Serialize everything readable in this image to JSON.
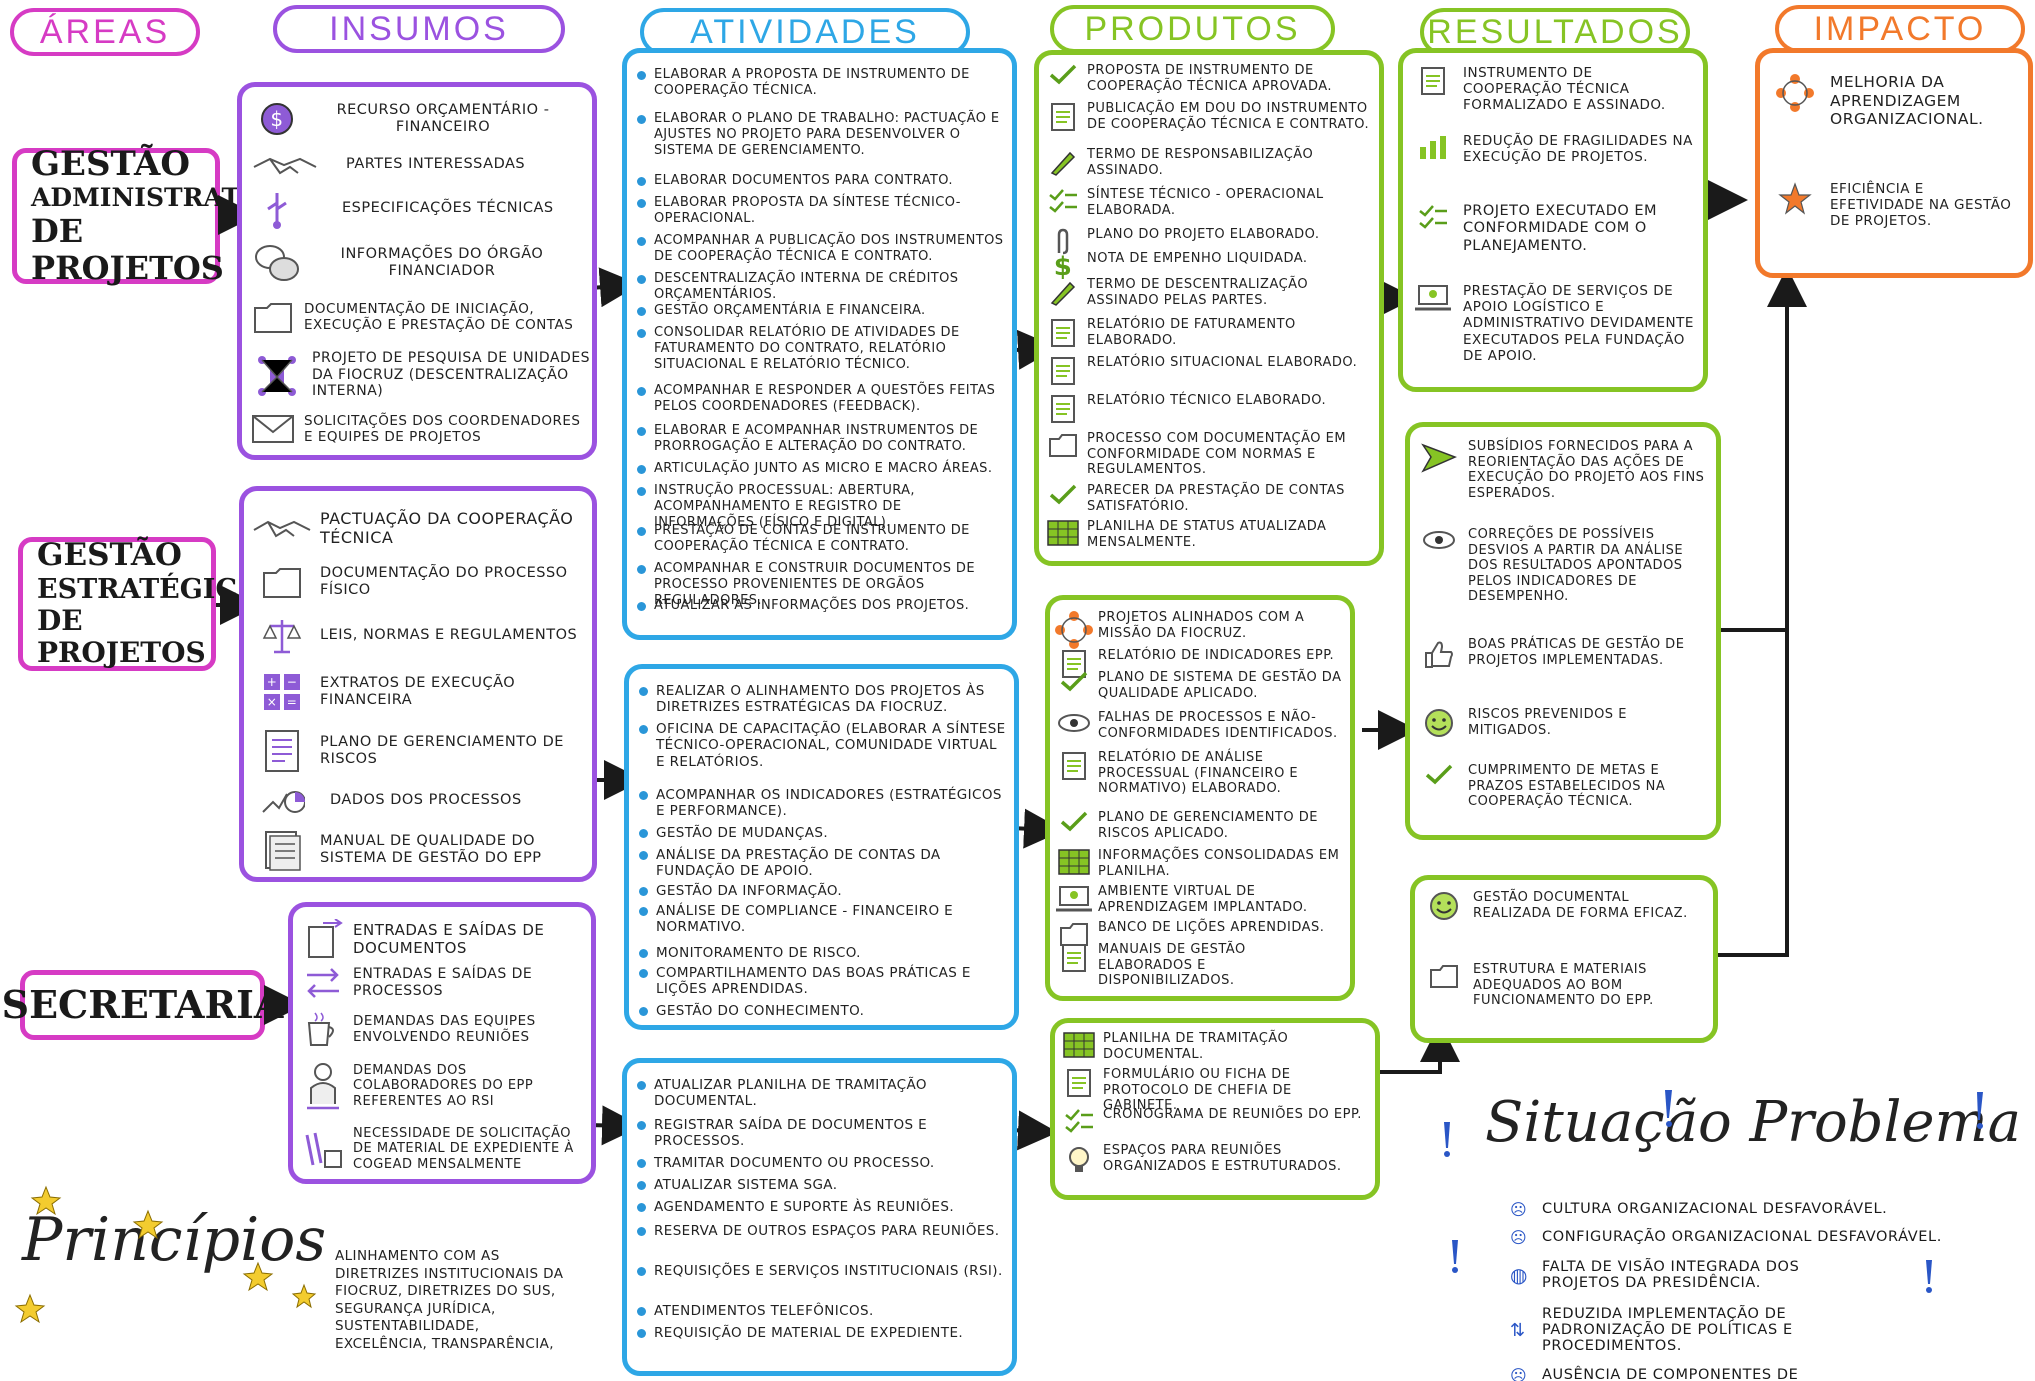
{
  "headers": {
    "areas": "ÁREAS",
    "insumos": "INSUMOS",
    "atividades": "ATIVIDADES",
    "produtos": "PRODUTOS",
    "resultados": "RESULTADOS",
    "impacto": "IMPACTO"
  },
  "areas": {
    "gestao_admin": [
      "GESTÃO",
      "ADMINISTRATIVA",
      "DE PROJETOS"
    ],
    "gestao_estrat": [
      "GESTÃO",
      "ESTRATÉGICA",
      "DE PROJETOS"
    ],
    "secretaria": [
      "SECRETARIA"
    ]
  },
  "insumos1": [
    "RECURSO ORÇAMENTÁRIO - FINANCEIRO",
    "PARTES INTERESSADAS",
    "ESPECIFICAÇÕES TÉCNICAS",
    "INFORMAÇÕES DO ÓRGÃO FINANCIADOR",
    "DOCUMENTAÇÃO DE INICIAÇÃO, EXECUÇÃO E PRESTAÇÃO DE CONTAS",
    "PROJETO DE PESQUISA DE UNIDADES DA FIOCRUZ (DESCENTRALIZAÇÃO INTERNA)",
    "SOLICITAÇÕES DOS COORDENADORES E EQUIPES DE PROJETOS"
  ],
  "insumos2": [
    "PACTUAÇÃO DA COOPERAÇÃO TÉCNICA",
    "DOCUMENTAÇÃO DO PROCESSO FÍSICO",
    "LEIS, NORMAS E REGULAMENTOS",
    "EXTRATOS DE EXECUÇÃO FINANCEIRA",
    "PLANO DE GERENCIAMENTO DE RISCOS",
    "DADOS DOS PROCESSOS",
    "MANUAL DE QUALIDADE DO SISTEMA DE GESTÃO DO EPP"
  ],
  "insumos3": [
    "ENTRADAS E SAÍDAS DE DOCUMENTOS",
    "ENTRADAS E SAÍDAS DE PROCESSOS",
    "DEMANDAS DAS EQUIPES ENVOLVENDO REUNIÕES",
    "DEMANDAS DOS COLABORADORES DO EPP REFERENTES AO RSI",
    "NECESSIDADE DE SOLICITAÇÃO DE MATERIAL DE EXPEDIENTE À COGEAD MENSALMENTE"
  ],
  "atividades1": [
    "ELABORAR A PROPOSTA DE INSTRUMENTO DE COOPERAÇÃO TÉCNICA.",
    "ELABORAR O PLANO DE TRABALHO: PACTUAÇÃO E AJUSTES NO PROJETO PARA DESENVOLVER O SISTEMA DE GERENCIAMENTO.",
    "ELABORAR DOCUMENTOS PARA CONTRATO.",
    "ELABORAR PROPOSTA DA SÍNTESE TÉCNICO-OPERACIONAL.",
    "ACOMPANHAR A PUBLICAÇÃO DOS INSTRUMENTOS DE COOPERAÇÃO TÉCNICA E CONTRATO.",
    "DESCENTRALIZAÇÃO INTERNA DE CRÉDITOS ORÇAMENTÁRIOS.",
    "GESTÃO ORÇAMENTÁRIA E FINANCEIRA.",
    "CONSOLIDAR RELATÓRIO DE ATIVIDADES DE FATURAMENTO DO CONTRATO, RELATÓRIO SITUACIONAL E RELATÓRIO TÉCNICO.",
    "ACOMPANHAR E RESPONDER A QUESTÕES FEITAS PELOS COORDENADORES (FEEDBACK).",
    "ELABORAR E ACOMPANHAR INSTRUMENTOS DE PRORROGAÇÃO E ALTERAÇÃO DO CONTRATO.",
    "ARTICULAÇÃO JUNTO AS MICRO E MACRO ÁREAS.",
    "INSTRUÇÃO PROCESSUAL: ABERTURA, ACOMPANHAMENTO E REGISTRO DE INFORMAÇÕES (FÍSICO E DIGITAL).",
    "PRESTAÇÃO DE CONTAS DE INSTRUMENTO DE COOPERAÇÃO TÉCNICA E CONTRATO.",
    "ACOMPANHAR E CONSTRUIR DOCUMENTOS DE PROCESSO PROVENIENTES DE ORGÃOS REGULADORES.",
    "ATUALIZAR AS INFORMAÇÕES DOS PROJETOS."
  ],
  "atividades2": [
    "REALIZAR O ALINHAMENTO DOS PROJETOS ÀS DIRETRIZES ESTRATÉGICAS DA FIOCRUZ.",
    "OFICINA DE CAPACITAÇÃO (ELABORAR A SÍNTESE TÉCNICO-OPERACIONAL, COMUNIDADE VIRTUAL E RELATÓRIOS.",
    "ACOMPANHAR OS INDICADORES (ESTRATÉGICOS E PERFORMANCE).",
    "GESTÃO DE MUDANÇAS.",
    "ANÁLISE DA PRESTAÇÃO DE CONTAS DA FUNDAÇÃO DE APOIO.",
    "GESTÃO DA INFORMAÇÃO.",
    "ANÁLISE DE COMPLIANCE - FINANCEIRO E NORMATIVO.",
    "MONITORAMENTO DE RISCO.",
    "COMPARTILHAMENTO DAS BOAS PRÁTICAS E LIÇÕES APRENDIDAS.",
    "GESTÃO DO CONHECIMENTO."
  ],
  "atividades3": [
    "ATUALIZAR PLANILHA DE TRAMITAÇÃO DOCUMENTAL.",
    "REGISTRAR SAÍDA DE DOCUMENTOS E PROCESSOS.",
    "TRAMITAR DOCUMENTO OU PROCESSO.",
    "ATUALIZAR SISTEMA SGA.",
    "AGENDAMENTO E SUPORTE ÀS REUNIÕES.",
    "RESERVA DE OUTROS ESPAÇOS PARA REUNIÕES.",
    "REQUISIÇÕES E SERVIÇOS INSTITUCIONAIS (RSI).",
    "ATENDIMENTOS TELEFÔNICOS.",
    "REQUISIÇÃO DE MATERIAL DE EXPEDIENTE."
  ],
  "produtos1": [
    "PROPOSTA DE INSTRUMENTO DE COOPERAÇÃO TÉCNICA APROVADA.",
    "PUBLICAÇÃO EM DOU DO INSTRUMENTO DE COOPERAÇÃO TÉCNICA E CONTRATO.",
    "TERMO DE RESPONSABILIZAÇÃO ASSINADO.",
    "SÍNTESE TÉCNICO - OPERACIONAL ELABORADA.",
    "PLANO DO PROJETO ELABORADO.",
    "NOTA DE EMPENHO LIQUIDADA.",
    "TERMO DE DESCENTRALIZAÇÃO ASSINADO PELAS PARTES.",
    "RELATÓRIO DE FATURAMENTO ELABORADO.",
    "RELATÓRIO SITUACIONAL ELABORADO.",
    "RELATÓRIO TÉCNICO ELABORADO.",
    "PROCESSO COM DOCUMENTAÇÃO EM CONFORMIDADE COM NORMAS E REGULAMENTOS.",
    "PARECER DA PRESTAÇÃO DE CONTAS SATISFATÓRIO.",
    "PLANILHA DE STATUS ATUALIZADA MENSALMENTE."
  ],
  "produtos2": [
    "PROJETOS ALINHADOS COM A MISSÃO DA FIOCRUZ.",
    "RELATÓRIO DE INDICADORES EPP.",
    "PLANO DE SISTEMA DE GESTÃO DA QUALIDADE APLICADO.",
    "FALHAS DE PROCESSOS E NÃO-CONFORMIDADES IDENTIFICADOS.",
    "RELATÓRIO DE ANÁLISE PROCESSUAL (FINANCEIRO E NORMATIVO) ELABORADO.",
    "PLANO DE GERENCIAMENTO DE RISCOS APLICADO.",
    "INFORMAÇÕES CONSOLIDADAS EM PLANILHA.",
    "AMBIENTE VIRTUAL DE APRENDIZAGEM IMPLANTADO.",
    "BANCO DE LIÇÕES APRENDIDAS.",
    "MANUAIS DE GESTÃO ELABORADOS E DISPONIBILIZADOS."
  ],
  "produtos3": [
    "PLANILHA DE TRAMITAÇÃO DOCUMENTAL.",
    "FORMULÁRIO OU FICHA DE PROTOCOLO DE CHEFIA DE GABINETE.",
    "CRONOGRAMA DE REUNIÕES DO EPP.",
    "ESPAÇOS PARA REUNIÕES ORGANIZADOS E ESTRUTURADOS."
  ],
  "resultados1": [
    "INSTRUMENTO DE COOPERAÇÃO TÉCNICA FORMALIZADO E ASSINADO.",
    "REDUÇÃO DE FRAGILIDADES NA EXECUÇÃO DE PROJETOS.",
    "PROJETO EXECUTADO EM CONFORMIDADE COM O PLANEJAMENTO.",
    "PRESTAÇÃO DE SERVIÇOS DE APOIO LOGÍSTICO E ADMINISTRATIVO DEVIDAMENTE EXECUTADOS PELA FUNDAÇÃO DE APOIO."
  ],
  "resultados2": [
    "SUBSÍDIOS FORNECIDOS PARA A REORIENTAÇÃO DAS AÇÕES DE EXECUÇÃO DO PROJETO AOS FINS ESPERADOS.",
    "CORREÇÕES DE POSSÍVEIS DESVIOS A PARTIR DA ANÁLISE DOS RESULTADOS APONTADOS PELOS INDICADORES DE DESEMPENHO.",
    "BOAS PRÁTICAS DE GESTÃO DE PROJETOS IMPLEMENTADAS.",
    "RISCOS PREVENIDOS E MITIGADOS.",
    "CUMPRIMENTO DE METAS E PRAZOS ESTABELECIDOS NA COOPERAÇÃO TÉCNICA."
  ],
  "resultados3": [
    "GESTÃO DOCUMENTAL REALIZADA DE FORMA EFICAZ.",
    "ESTRUTURA E MATERIAIS ADEQUADOS AO BOM FUNCIONAMENTO DO EPP."
  ],
  "impacto": [
    "MELHORIA DA APRENDIZAGEM ORGANIZACIONAL.",
    "EFICIÊNCIA E EFETIVIDADE NA GESTÃO DE PROJETOS."
  ],
  "principios": {
    "title": "Princípios",
    "text": "ALINHAMENTO COM AS DIRETRIZES INSTITUCIONAIS DA FIOCRUZ, DIRETRIZES DO SUS, SEGURANÇA JURÍDICA, SUSTENTABILIDADE, EXCELÊNCIA, TRANSPARÊNCIA,"
  },
  "situacao": {
    "title": "Situação Problema",
    "items": [
      "CULTURA ORGANIZACIONAL DESFAVORÁVEL.",
      "CONFIGURAÇÃO ORGANIZACIONAL DESFAVORÁVEL.",
      "FALTA DE VISÃO INTEGRADA DOS PROJETOS DA PRESIDÊNCIA.",
      "REDUZIDA IMPLEMENTAÇÃO DE PADRONIZAÇÃO DE POLÍTICAS E PROCEDIMENTOS.",
      "AUSÊNCIA DE COMPONENTES DE"
    ]
  },
  "colors": {
    "areas": "#d63bc4",
    "insumos": "#9b52e0",
    "atividades": "#2ea7e6",
    "produtos": "#86c424",
    "resultados": "#86c424",
    "impacto": "#f2792b"
  }
}
